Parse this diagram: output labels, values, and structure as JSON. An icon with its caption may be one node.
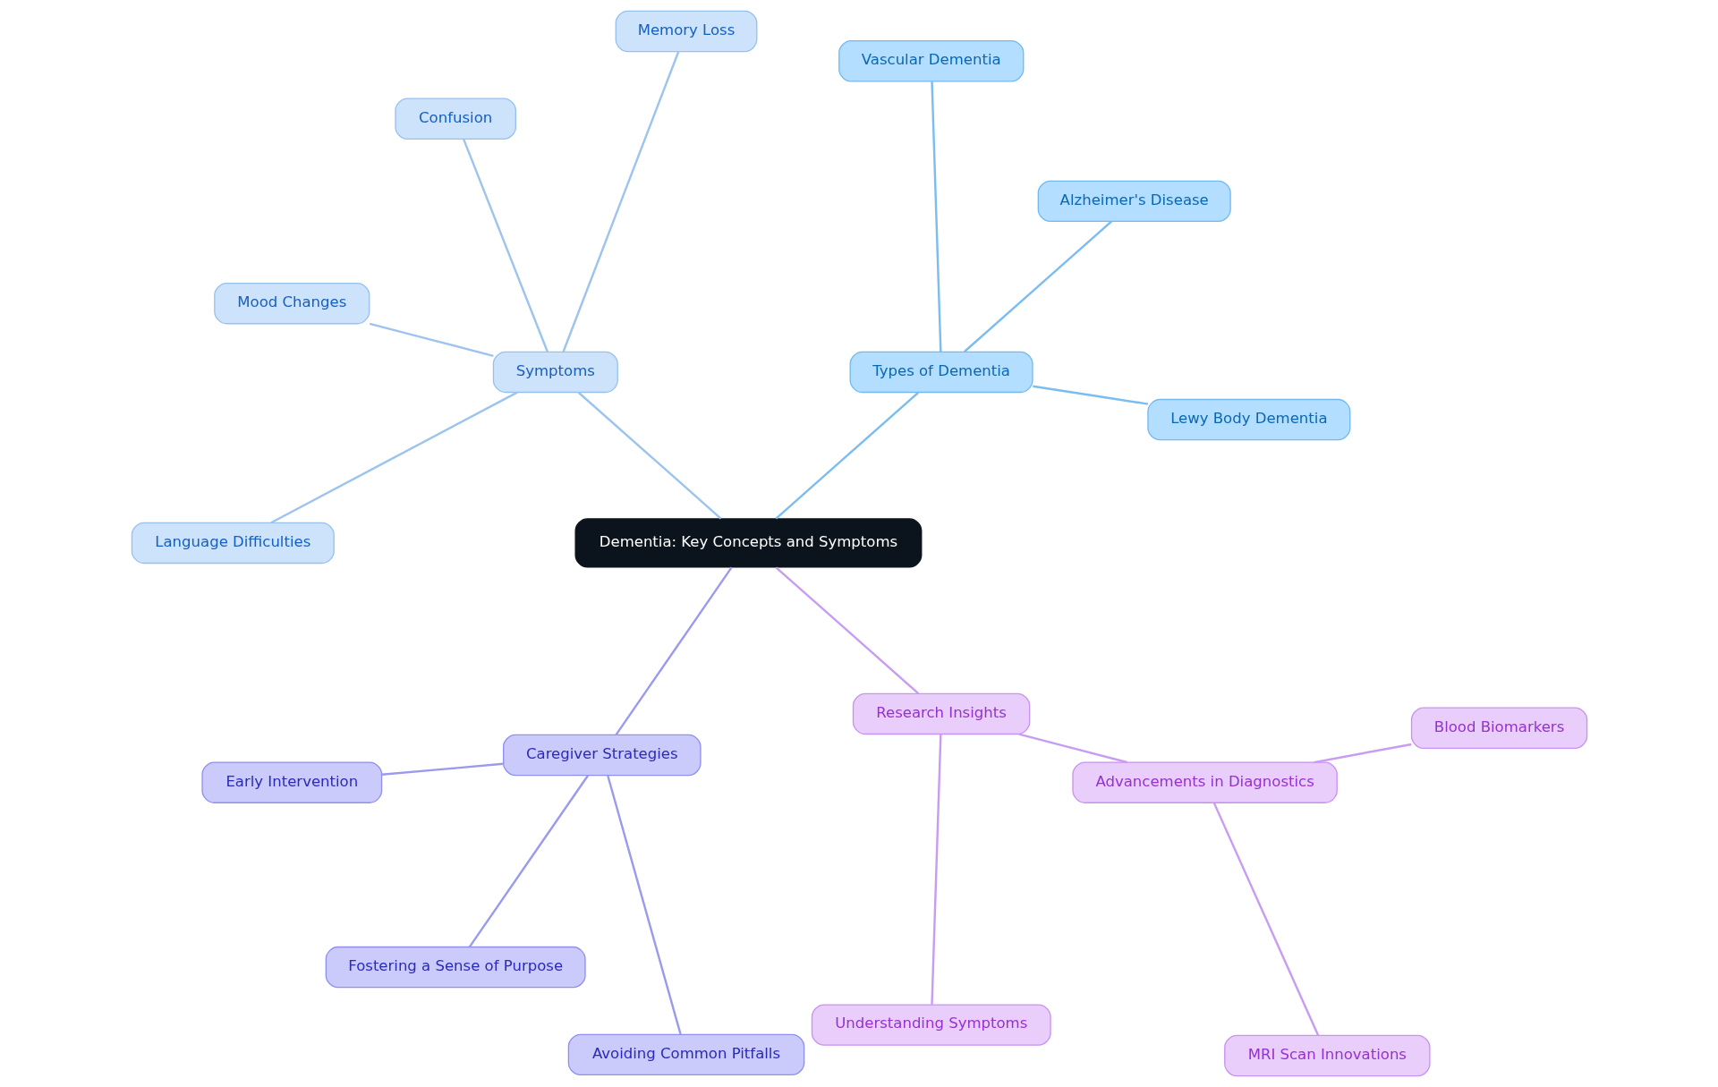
{
  "diagram": {
    "nodes": [
      {
        "text": [
          "Dementia: Key Concepts and Symptoms"
        ]
      },
      {
        "text": [
          "Types of Dementia"
        ]
      },
      {
        "text": [
          "Lewy Body Dementia"
        ]
      },
      {
        "text": [
          "Alzheimer's Disease"
        ]
      },
      {
        "text": [
          "Vascular Dementia"
        ]
      },
      {
        "text": [
          "Symptoms"
        ]
      },
      {
        "text": [
          "Memory Loss"
        ]
      },
      {
        "text": [
          "Confusion"
        ]
      },
      {
        "text": [
          "Mood Changes"
        ]
      },
      {
        "text": [
          "Language Difficulties"
        ]
      },
      {
        "text": [
          "Caregiver Strategies"
        ]
      },
      {
        "text": [
          "Early Intervention"
        ]
      },
      {
        "text": [
          "Fostering a Sense of Purpose"
        ]
      },
      {
        "text": [
          "Avoiding Common Pitfalls"
        ]
      },
      {
        "text": [
          "Research Insights"
        ]
      },
      {
        "text": [
          "Understanding Symptoms"
        ]
      },
      {
        "text": [
          "Advancements in Diagnostics"
        ]
      },
      {
        "text": [
          "MRI Scan Innovations"
        ]
      },
      {
        "text": [
          "Blood Biomarkers"
        ]
      }
    ],
    "edges": [
      {
        "from": 0,
        "to": 1,
        "arrow": "none",
        "color": "#7cbdf0"
      },
      {
        "from": 1,
        "to": 2,
        "arrow": "none",
        "color": "#7cbdf0"
      },
      {
        "from": 1,
        "to": 3,
        "arrow": "none",
        "color": "#7cbdf0"
      },
      {
        "from": 1,
        "to": 4,
        "arrow": "none",
        "color": "#7cbdf0"
      },
      {
        "from": 0,
        "to": 5,
        "arrow": "none",
        "color": "#9cc4ee"
      },
      {
        "from": 5,
        "to": 6,
        "arrow": "none",
        "color": "#9cc4ee"
      },
      {
        "from": 5,
        "to": 7,
        "arrow": "none",
        "color": "#9cc4ee"
      },
      {
        "from": 5,
        "to": 8,
        "arrow": "none",
        "color": "#9cc4ee"
      },
      {
        "from": 5,
        "to": 9,
        "arrow": "none",
        "color": "#9cc4ee"
      },
      {
        "from": 0,
        "to": 10,
        "arrow": "none",
        "color": "#9b9bee"
      },
      {
        "from": 10,
        "to": 11,
        "arrow": "none",
        "color": "#9b9bee"
      },
      {
        "from": 10,
        "to": 12,
        "arrow": "none",
        "color": "#9b9bee"
      },
      {
        "from": 10,
        "to": 13,
        "arrow": "none",
        "color": "#9b9bee"
      },
      {
        "from": 0,
        "to": 14,
        "arrow": "none",
        "color": "#c89cf2"
      },
      {
        "from": 14,
        "to": 15,
        "arrow": "none",
        "color": "#c89cf2"
      },
      {
        "from": 14,
        "to": 16,
        "arrow": "none",
        "color": "#c89cf2"
      },
      {
        "from": 16,
        "to": 17,
        "arrow": "none",
        "color": "#c89cf2"
      },
      {
        "from": 16,
        "to": 18,
        "arrow": "none",
        "color": "#c89cf2"
      }
    ]
  }
}
